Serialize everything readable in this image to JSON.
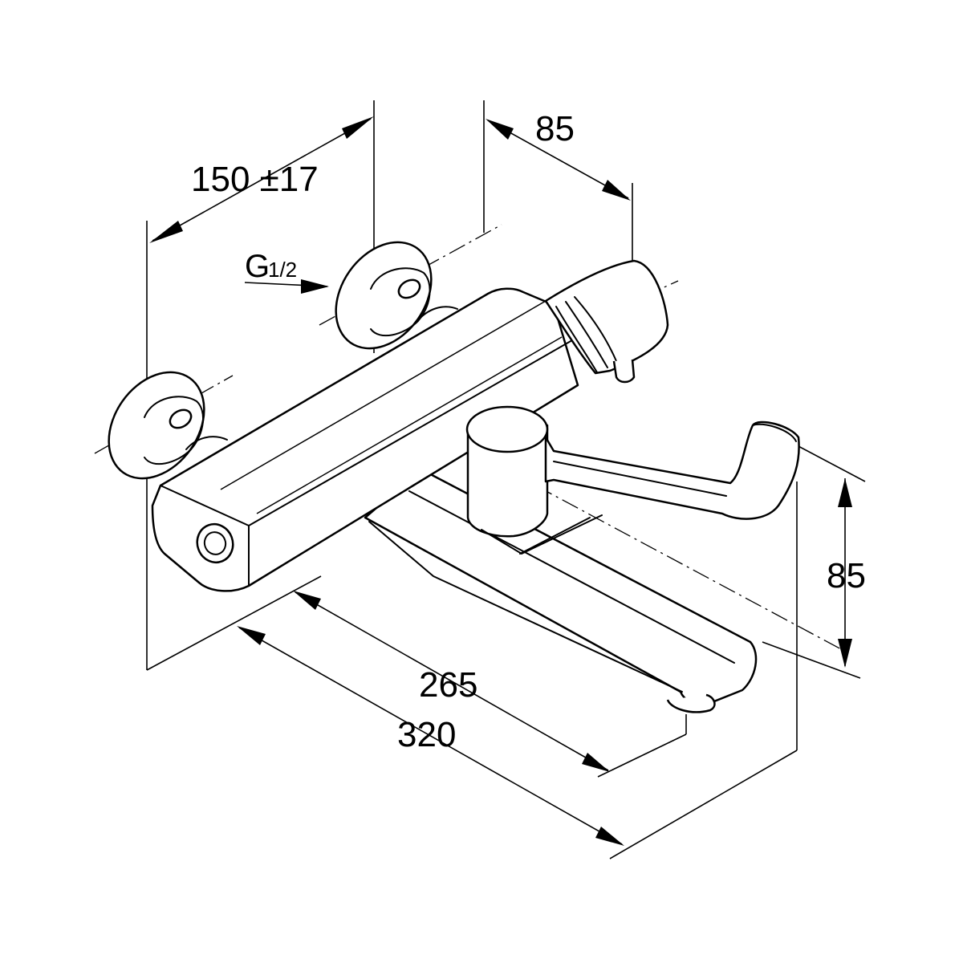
{
  "dimensions": {
    "inlet_spacing": "150 ±17",
    "inlet_thread_main": "G",
    "inlet_thread_fraction": "1/2",
    "body_to_handle_offset": "85",
    "spout_height": "85",
    "spout_reach": "265",
    "overall_length": "320"
  },
  "colors": {
    "line": "#000000",
    "background": "#ffffff"
  }
}
